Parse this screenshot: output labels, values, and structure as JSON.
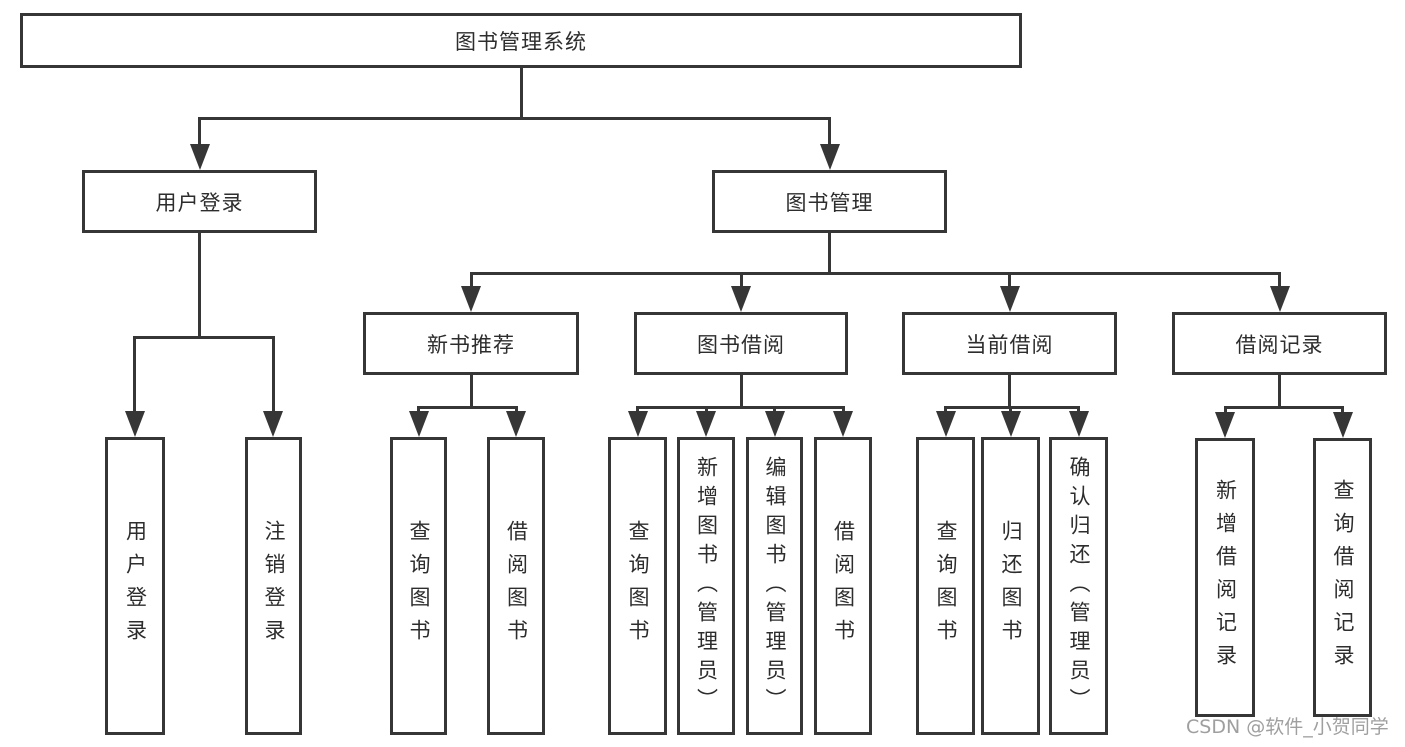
{
  "diagram": {
    "root": {
      "label": "图书管理系统"
    },
    "branches": [
      {
        "label": "用户登录",
        "children": [
          {
            "label": "用户登录"
          },
          {
            "label": "注销登录"
          }
        ]
      },
      {
        "label": "图书管理",
        "children": [
          {
            "label": "新书推荐",
            "children": [
              {
                "label": "查询图书"
              },
              {
                "label": "借阅图书"
              }
            ]
          },
          {
            "label": "图书借阅",
            "children": [
              {
                "label": "查询图书"
              },
              {
                "label": "新增图书（管理员）"
              },
              {
                "label": "编辑图书（管理员）"
              },
              {
                "label": "借阅图书"
              }
            ]
          },
          {
            "label": "当前借阅",
            "children": [
              {
                "label": "查询图书"
              },
              {
                "label": "归还图书"
              },
              {
                "label": "确认归还（管理员）"
              }
            ]
          },
          {
            "label": "借阅记录",
            "children": [
              {
                "label": "新增借阅记录"
              },
              {
                "label": "查询借阅记录"
              }
            ]
          }
        ]
      }
    ]
  },
  "watermark": {
    "text": "CSDN @软件_小贺同学"
  },
  "colors": {
    "line": "#363636",
    "box_border": "#363636",
    "text": "#2d2d2d",
    "background": "#ffffff",
    "watermark": "#9f9f9f"
  }
}
